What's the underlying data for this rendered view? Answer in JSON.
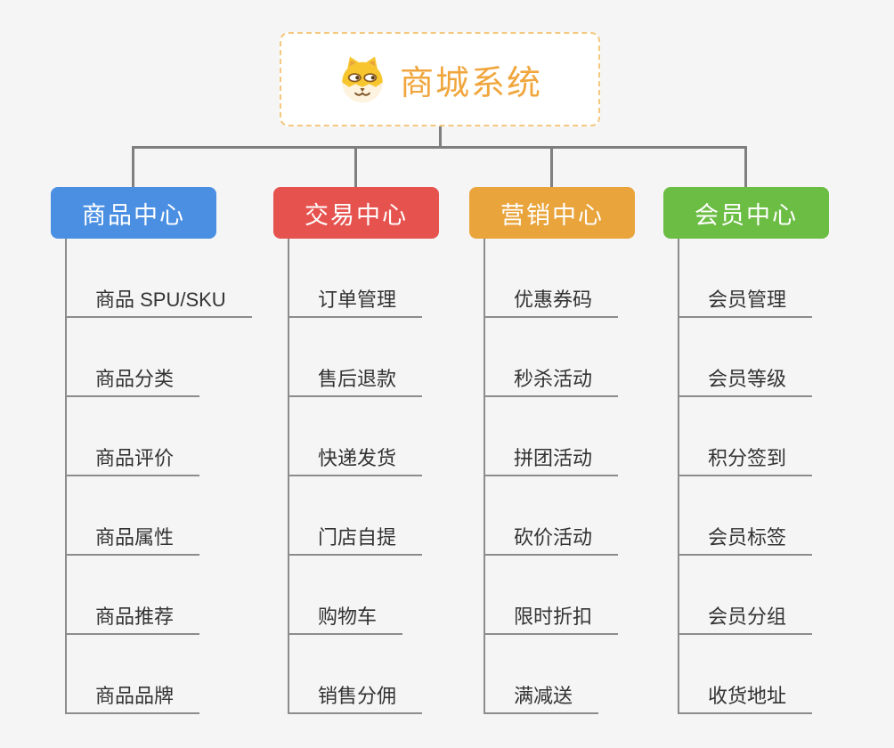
{
  "root": {
    "title": "商城系统",
    "title_color": "#f0a63d",
    "border_color": "#f4c87e",
    "icon": "dog-icon"
  },
  "connector_color": "#7f7f7f",
  "branches": [
    {
      "label": "商品中心",
      "color": "#4a8fe2",
      "items": [
        "商品 SPU/SKU",
        "商品分类",
        "商品评价",
        "商品属性",
        "商品推荐",
        "商品品牌"
      ]
    },
    {
      "label": "交易中心",
      "color": "#e6534f",
      "items": [
        "订单管理",
        "售后退款",
        "快递发货",
        "门店自提",
        "购物车",
        "销售分佣"
      ]
    },
    {
      "label": "营销中心",
      "color": "#e9a43c",
      "items": [
        "优惠券码",
        "秒杀活动",
        "拼团活动",
        "砍价活动",
        "限时折扣",
        "满减送"
      ]
    },
    {
      "label": "会员中心",
      "color": "#6cbd44",
      "items": [
        "会员管理",
        "会员等级",
        "积分签到",
        "会员标签",
        "会员分组",
        "收货地址"
      ]
    }
  ]
}
